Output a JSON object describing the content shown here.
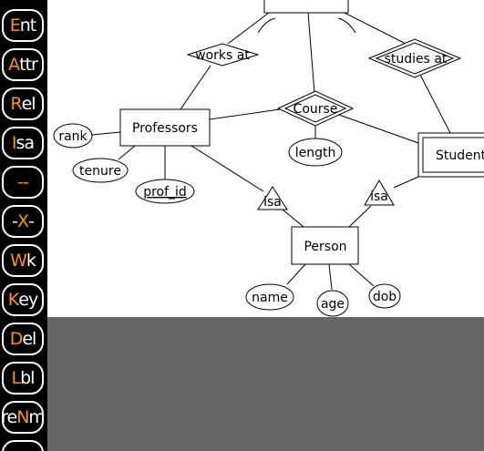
{
  "toolbar": {
    "buttons": [
      {
        "name": "entity-tool",
        "pre": "",
        "key": "E",
        "post": "nt"
      },
      {
        "name": "attribute-tool",
        "pre": "",
        "key": "A",
        "post": "ttr"
      },
      {
        "name": "relationship-tool",
        "pre": "",
        "key": "R",
        "post": "el"
      },
      {
        "name": "isa-tool",
        "pre": "",
        "key": "I",
        "post": "sa"
      },
      {
        "name": "line-tool",
        "pre": "",
        "key": "--",
        "post": ""
      },
      {
        "name": "delete-line-tool",
        "pre": "-",
        "key": "X",
        "post": "-"
      },
      {
        "name": "weak-tool",
        "pre": "",
        "key": "W",
        "post": "k"
      },
      {
        "name": "key-tool",
        "pre": "",
        "key": "K",
        "post": "ey"
      },
      {
        "name": "delete-tool",
        "pre": "",
        "key": "D",
        "post": "el"
      },
      {
        "name": "label-tool",
        "pre": "",
        "key": "L",
        "post": "bl"
      },
      {
        "name": "rename-tool",
        "pre": "re",
        "key": "N",
        "post": "m"
      },
      {
        "name": "extra-tool",
        "pre": "",
        "key": "",
        "post": ""
      }
    ],
    "highlight_color": "#f7941d"
  },
  "diagram": {
    "entities": {
      "professors": "Professors",
      "students": "Students",
      "person": "Person"
    },
    "relationships": {
      "works_at": "works at",
      "studies_at": "studies at",
      "course": "Course"
    },
    "isa": {
      "left": "isa",
      "right": "isa"
    },
    "attributes": {
      "rank": "rank",
      "tenure": "tenure",
      "prof_id": "prof_id",
      "length": "length",
      "name": "name",
      "age": "age",
      "dob": "dob"
    }
  },
  "colors": {
    "toolbar_bg": "#000000",
    "canvas_bg": "#ffffff",
    "lower_area": "#666666"
  }
}
